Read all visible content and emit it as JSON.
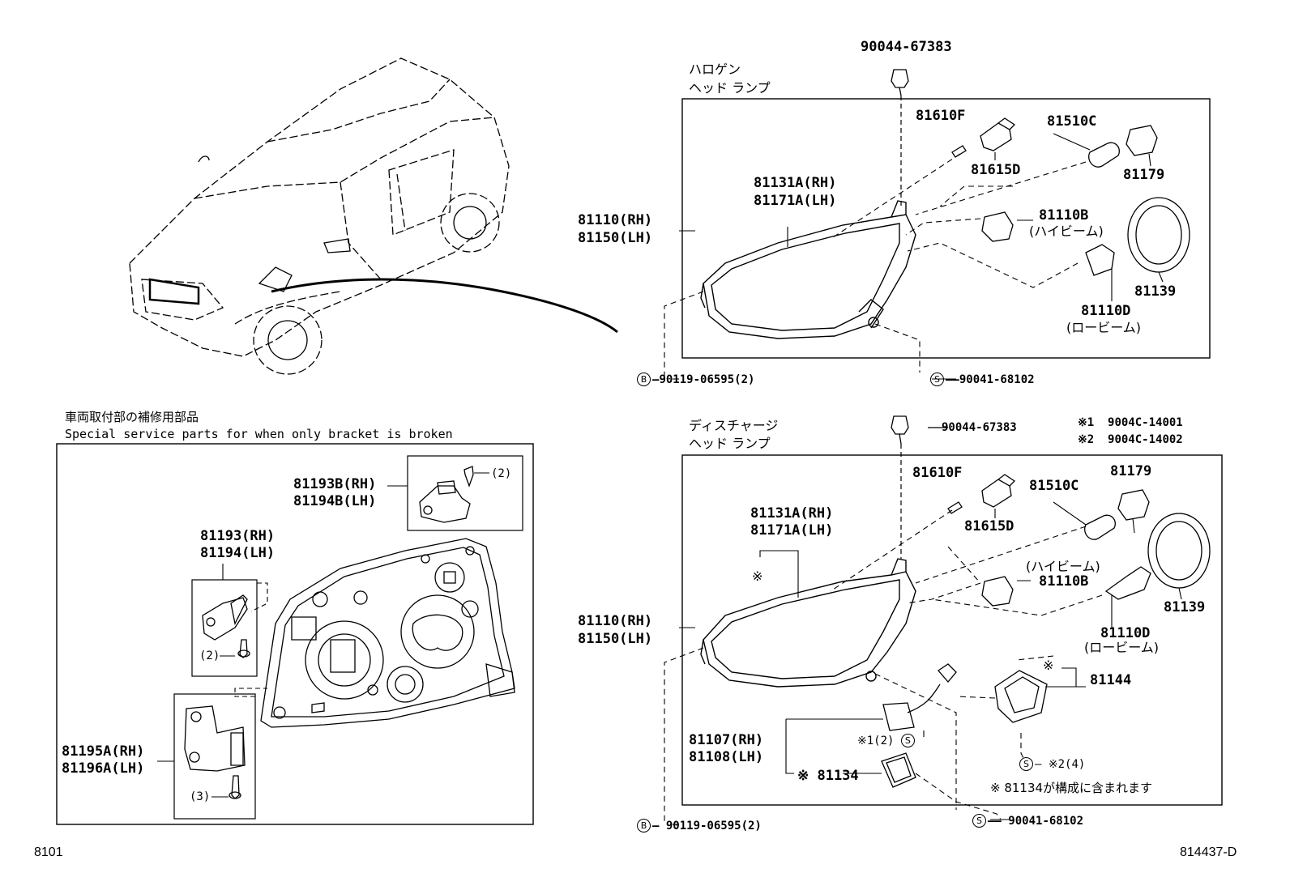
{
  "diagram": {
    "halogen": {
      "title_line1": "ハロゲン",
      "title_line2": "ヘッド ランプ",
      "clip_top": "90044-67383",
      "bulb_socket": "81610F",
      "bulb_small": "81615D",
      "bulb_wedge": "81510C",
      "socket": "81179",
      "lens_rh": "81131A(RH)",
      "lens_lh": "81171A(LH)",
      "unit_rh": "81110(RH)",
      "unit_lh": "81150(LH)",
      "hi_bulb": "81110B",
      "hi_note": "(ハイビーム)",
      "cover": "81139",
      "lo_bulb": "81110D",
      "lo_note": "(ロービーム)",
      "screw_b_code": "90119-06595(2)",
      "screw_s_code": "90041-68102",
      "mark_b": "B",
      "mark_s": "S"
    },
    "discharge": {
      "title_line1": "ディスチャージ",
      "title_line2": "ヘッド ランプ",
      "clip_top": "90044-67383",
      "note1": "※1  9004C-14001",
      "note2": "※2  9004C-14002",
      "bulb_socket": "81610F",
      "bulb_small": "81615D",
      "bulb_wedge": "81510C",
      "socket": "81179",
      "lens_rh": "81131A(RH)",
      "lens_lh": "81171A(LH)",
      "asterisk": "※",
      "hi_note": "(ハイビーム)",
      "hi_bulb": "81110B",
      "cover": "81139",
      "lo_bulb": "81110D",
      "lo_note": "(ロービーム)",
      "unit_rh": "81110(RH)",
      "unit_lh": "81150(LH)",
      "ballast": "81144",
      "computer_rh": "81107(RH)",
      "computer_lh": "81108(LH)",
      "screw_note1": "※1(2)",
      "gasket": "※ 81134",
      "screw_note2": "※2(4)",
      "included_note": "※ 81134が構成に含まれます",
      "screw_b_code": "90119-06595(2)",
      "screw_s_code": "90041-68102",
      "mark_b": "B",
      "mark_s": "S"
    },
    "bracket": {
      "title_jp": "車両取付部の補修用部品",
      "title_en": "Special service parts for when only bracket is broken",
      "b_rh": "81193B(RH)",
      "b_lh": "81194B(LH)",
      "b_qty": "(2)",
      "a_rh": "81193(RH)",
      "a_lh": "81194(LH)",
      "a_qty": "(2)",
      "c_rh": "81195A(RH)",
      "c_lh": "81196A(LH)",
      "c_qty": "(3)"
    },
    "footer": {
      "left_code": "8101",
      "right_code": "814437-D"
    }
  }
}
